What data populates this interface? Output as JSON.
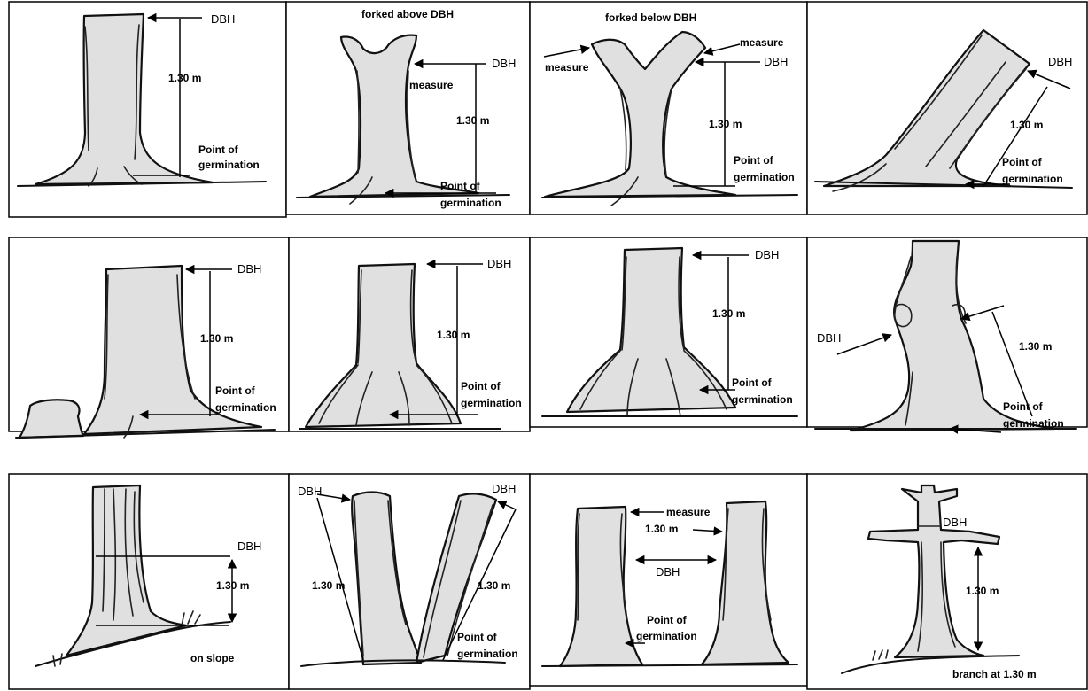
{
  "colors": {
    "trunk_fill": "#e0e0e0",
    "outline": "#111111",
    "background": "#ffffff"
  },
  "panels": [
    {
      "id": "p1",
      "labels": [
        "DBH",
        "1.30 m",
        "Point of",
        "germination"
      ]
    },
    {
      "id": "p2",
      "caption": "forked above DBH",
      "labels": [
        "DBH",
        "measure",
        "1.30 m",
        "Point of",
        "germination"
      ]
    },
    {
      "id": "p3",
      "caption": "forked below DBH",
      "labels": [
        "measure",
        "measure",
        "DBH",
        "1.30 m",
        "Point of",
        "germination"
      ]
    },
    {
      "id": "p4",
      "labels": [
        "DBH",
        "1.30 m",
        "Point of",
        "germination"
      ]
    },
    {
      "id": "p5",
      "labels": [
        "DBH",
        "1.30 m",
        "Point of",
        "germination"
      ]
    },
    {
      "id": "p6",
      "labels": [
        "DBH",
        "1.30 m",
        "Point of",
        "germination"
      ]
    },
    {
      "id": "p7",
      "labels": [
        "DBH",
        "1.30 m",
        "Point of",
        "germination"
      ]
    },
    {
      "id": "p8",
      "labels": [
        "DBH",
        "1.30 m",
        "Point of",
        "germination"
      ]
    },
    {
      "id": "p9",
      "labels": [
        "DBH",
        "1.30 m",
        "on slope"
      ]
    },
    {
      "id": "p10",
      "labels": [
        "DBH",
        "DBH",
        "1.30 m",
        "1.30 m",
        "Point of",
        "germination"
      ]
    },
    {
      "id": "p11",
      "labels": [
        "measure",
        "1.30 m",
        "DBH",
        "Point of",
        "germination"
      ]
    },
    {
      "id": "p12",
      "labels": [
        "DBH",
        "1.30 m",
        "branch at 1.30 m"
      ]
    }
  ]
}
